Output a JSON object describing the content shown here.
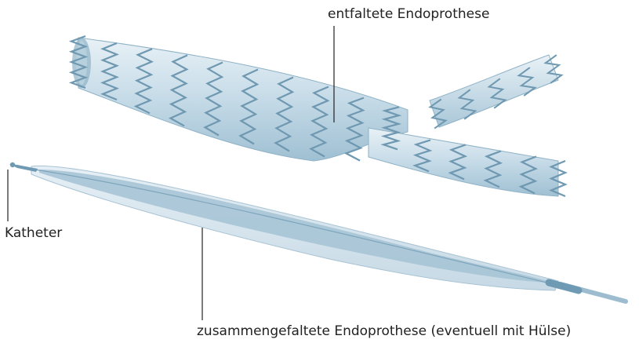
{
  "labels": {
    "deployed": "entfaltete Endoprothese",
    "catheter": "Katheter",
    "folded": "zusammengefaltete Endoprothese (eventuell mit Hülse)"
  },
  "colors": {
    "stent_fill": "#cfe2ec",
    "stent_wire": "#6f98b1",
    "catheter_outer": "#dbe8f0",
    "catheter_core": "#9dbccf",
    "catheter_tip": "#6e9ab3",
    "leader_line": "#222222"
  }
}
